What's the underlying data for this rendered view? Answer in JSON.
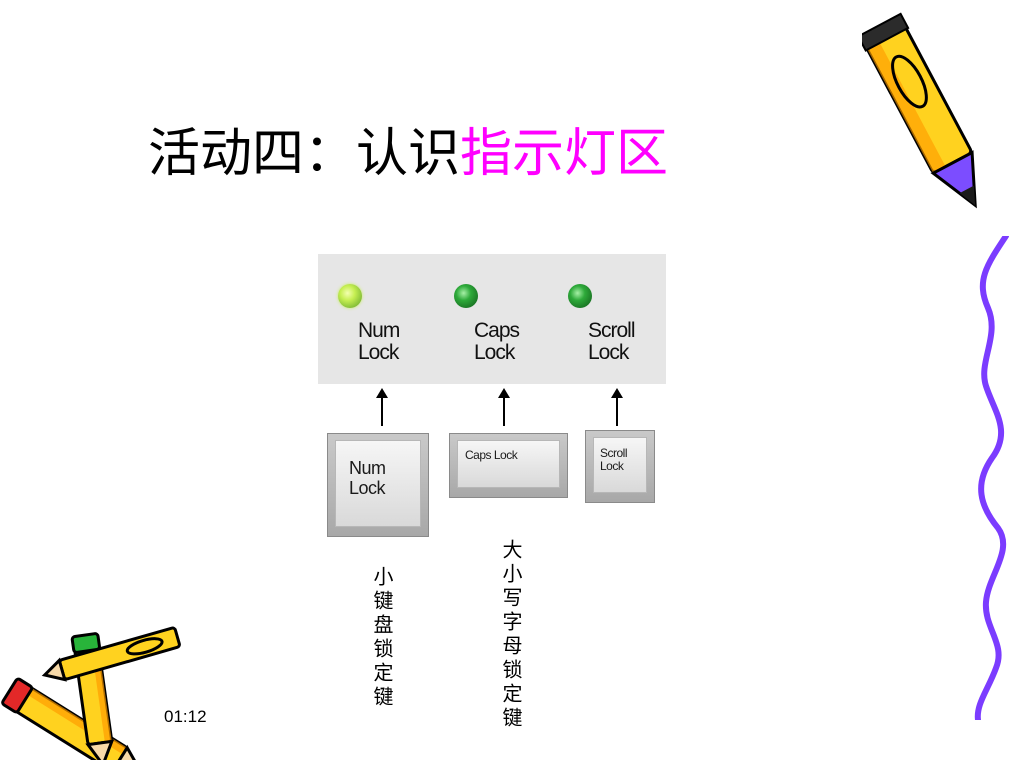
{
  "slide": {
    "title_main": "活动四：认识",
    "title_highlight": "指示灯区",
    "timestamp": "01:12"
  },
  "indicators": [
    {
      "label": "Num\nLock",
      "state": "on"
    },
    {
      "label": "Caps\nLock",
      "state": "off"
    },
    {
      "label": "Scroll\nLock",
      "state": "off"
    }
  ],
  "keys": {
    "num_lock": "Num\nLock",
    "caps_lock": "Caps Lock",
    "scroll_lock": "Scroll\nLock"
  },
  "captions": {
    "num_lock": "小键盘锁定键",
    "caps_lock": "大小写字母锁定键"
  },
  "colors": {
    "highlight": "#ff00ff",
    "led_on": "#c6ef52",
    "led_off": "#2eaa3a"
  },
  "icons": {
    "pencil_top_right": "pencil-icon",
    "pencils_bottom_left": "crossed-pencils-icon",
    "squiggle": "squiggle-line-icon"
  }
}
